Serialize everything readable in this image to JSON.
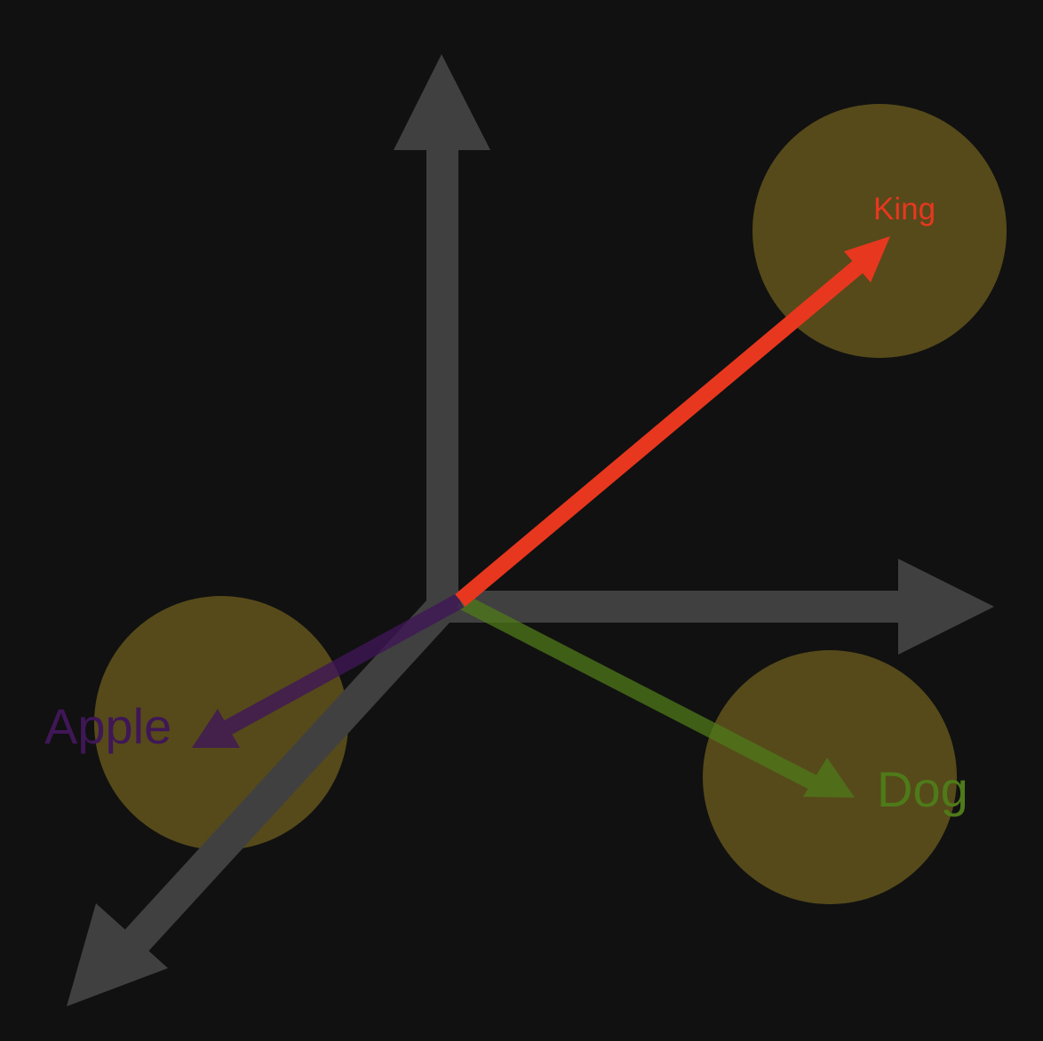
{
  "colors": {
    "background": "#111111",
    "axis": "#404040",
    "cluster": "#564a1a",
    "king": "#e8371f",
    "dog": "#4f7a1a",
    "apple": "#3f1756"
  },
  "vectors": {
    "king": {
      "label": "King",
      "color": "#e8371f"
    },
    "dog": {
      "label": "Dog",
      "color": "#4f7a1a"
    },
    "apple": {
      "label": "Apple",
      "color": "#3f1756"
    }
  }
}
